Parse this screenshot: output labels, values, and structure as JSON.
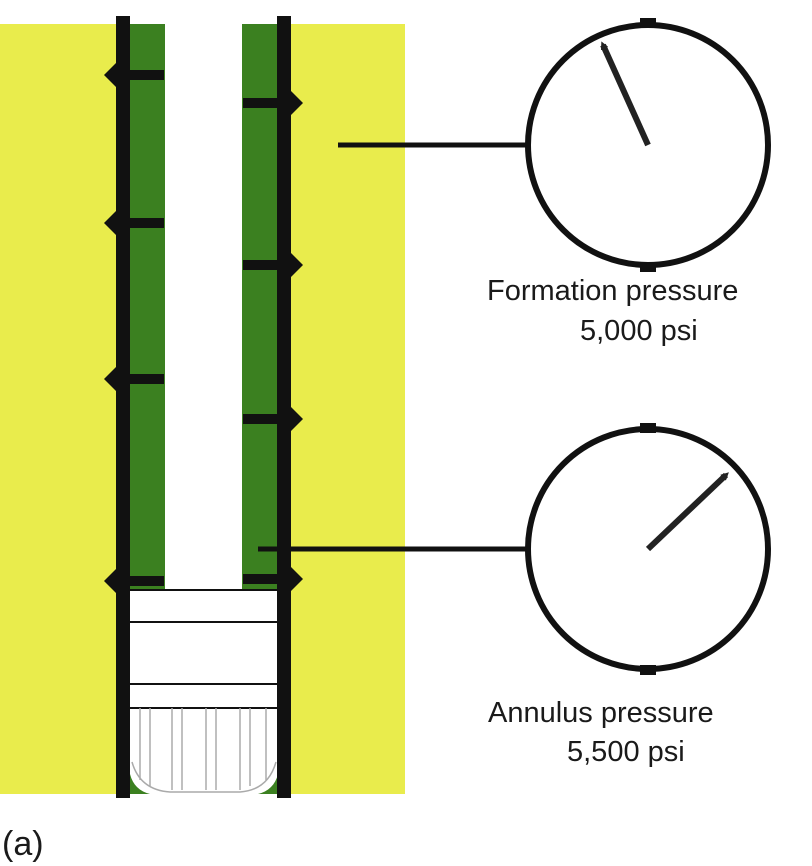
{
  "panel_label": "(a)",
  "colors": {
    "formation": "#e9ec4c",
    "cement": "#3b8020",
    "casing": "#111111",
    "bore": "#ffffff"
  },
  "gauges": [
    {
      "id": "formation",
      "title": "Formation pressure",
      "value": "5,000 psi",
      "needle_direction": "up-left"
    },
    {
      "id": "annulus",
      "title": "Annulus pressure",
      "value": "5,500 psi",
      "needle_direction": "up-right"
    }
  ]
}
